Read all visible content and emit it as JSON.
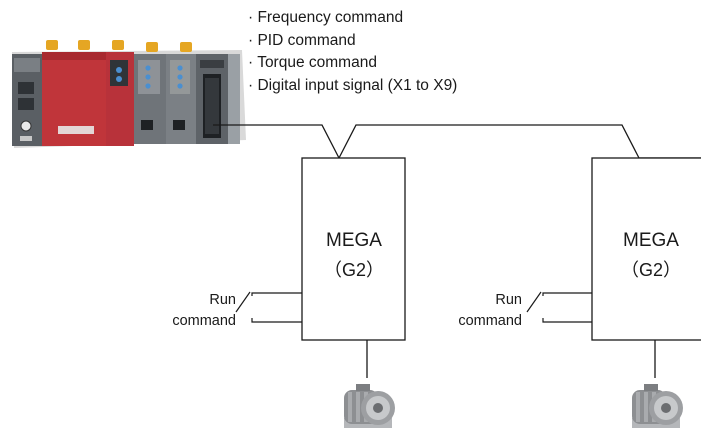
{
  "signals": [
    "· Frequency command",
    "· PID command",
    "· Torque command",
    "· Digital input signal (X1 to X9)"
  ],
  "inverters": [
    {
      "name": "MEGA",
      "model": "（G2）",
      "run_label_1": "Run",
      "run_label_2": "command"
    },
    {
      "name": "MEGA",
      "model": "（G2）",
      "run_label_1": "Run",
      "run_label_2": "command"
    }
  ],
  "icons": {
    "controller": "plc-controller-icon",
    "motor": "motor-icon"
  },
  "colors": {
    "line": "#1a1a1a",
    "plc_red": "#c0353a",
    "plc_gray": "#6f7479",
    "plc_led_blue": "#4a8fd0",
    "plc_cap_orange": "#e5a623",
    "motor_gray": "#8d8f92"
  }
}
